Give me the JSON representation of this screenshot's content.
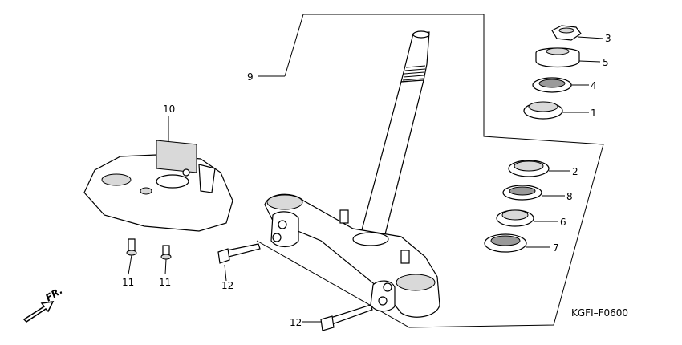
{
  "diagram": {
    "code": "KGFI–F0600",
    "direction_label": "FR.",
    "callouts": [
      {
        "id": "c3",
        "label": "3"
      },
      {
        "id": "c5",
        "label": "5"
      },
      {
        "id": "c4",
        "label": "4"
      },
      {
        "id": "c1",
        "label": "1"
      },
      {
        "id": "c2",
        "label": "2"
      },
      {
        "id": "c8",
        "label": "8"
      },
      {
        "id": "c6",
        "label": "6"
      },
      {
        "id": "c7",
        "label": "7"
      },
      {
        "id": "c9",
        "label": "9"
      },
      {
        "id": "c10",
        "label": "10"
      },
      {
        "id": "c11a",
        "label": "11"
      },
      {
        "id": "c11b",
        "label": "11"
      },
      {
        "id": "c12a",
        "label": "12"
      },
      {
        "id": "c12b",
        "label": "12"
      }
    ]
  }
}
